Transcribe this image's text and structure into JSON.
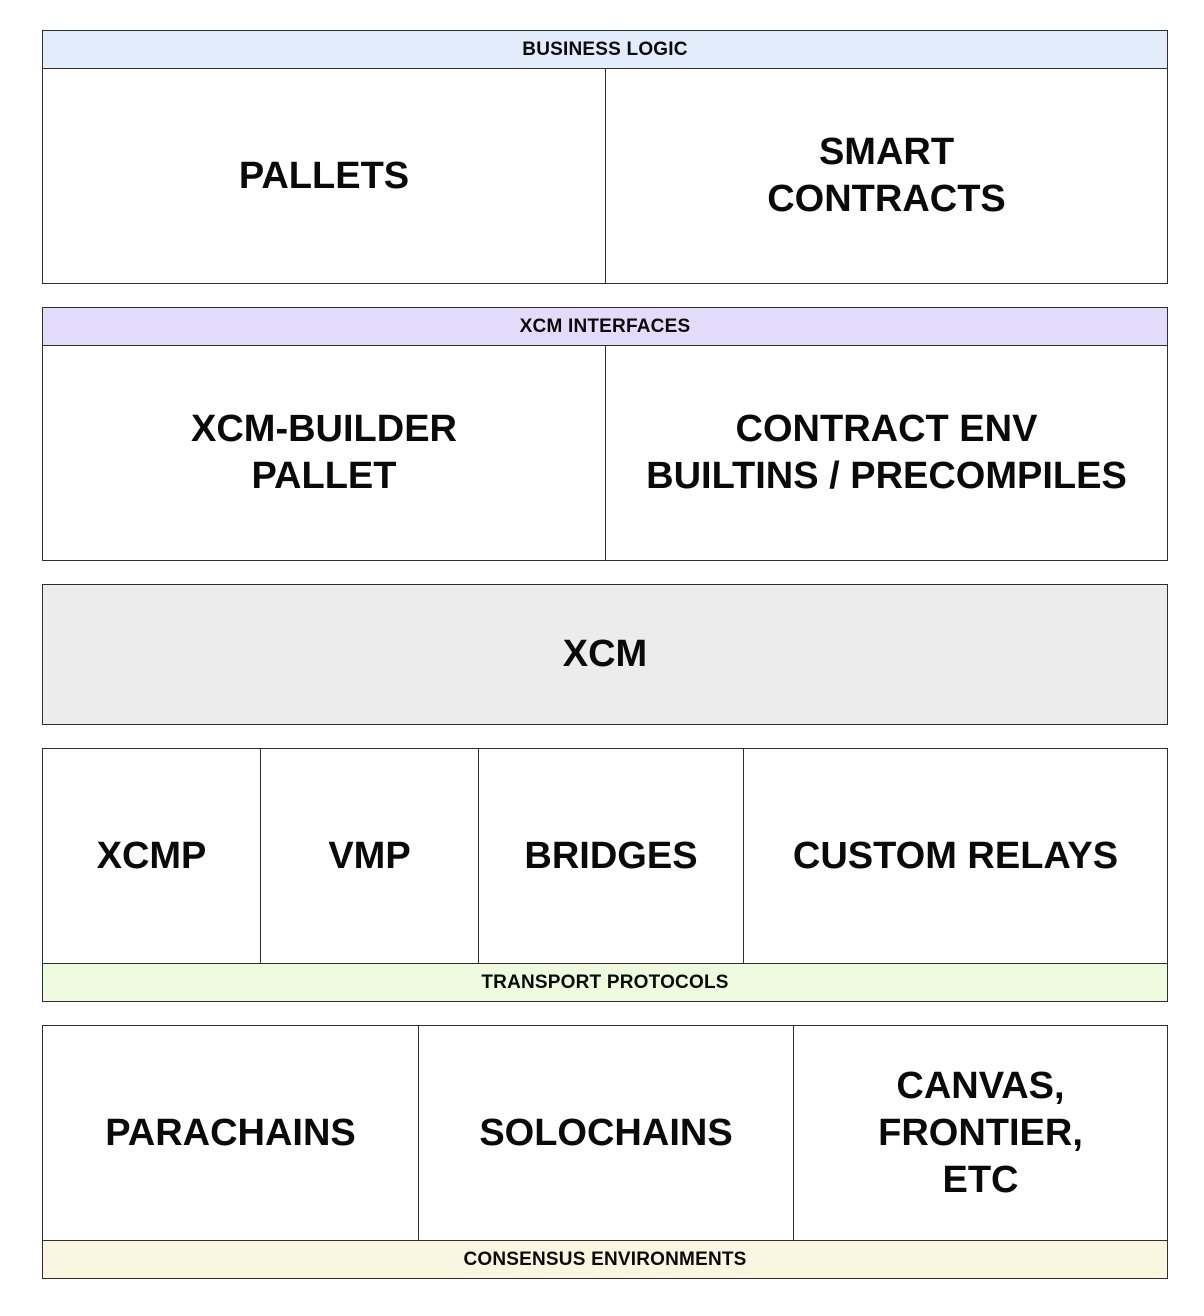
{
  "business_logic": {
    "label": "BUSINESS LOGIC",
    "color": "#e3ecfb",
    "items": [
      "PALLETS",
      "SMART\nCONTRACTS"
    ]
  },
  "xcm_interfaces": {
    "label": "XCM INTERFACES",
    "color": "#e2dcfa",
    "items": [
      "XCM-BUILDER\nPALLET",
      "CONTRACT ENV\nBUILTINS / PRECOMPILES"
    ]
  },
  "xcm": {
    "label": "XCM",
    "color": "#ececec"
  },
  "transport_protocols": {
    "label": "TRANSPORT PROTOCOLS",
    "color": "#eefbdf",
    "items": [
      "XCMP",
      "VMP",
      "BRIDGES",
      "CUSTOM RELAYS"
    ]
  },
  "consensus_environments": {
    "label": "CONSENSUS ENVIRONMENTS",
    "color": "#fbf6df",
    "items": [
      "PARACHAINS",
      "SOLOCHAINS",
      "CANVAS,\nFRONTIER,\nETC"
    ]
  }
}
